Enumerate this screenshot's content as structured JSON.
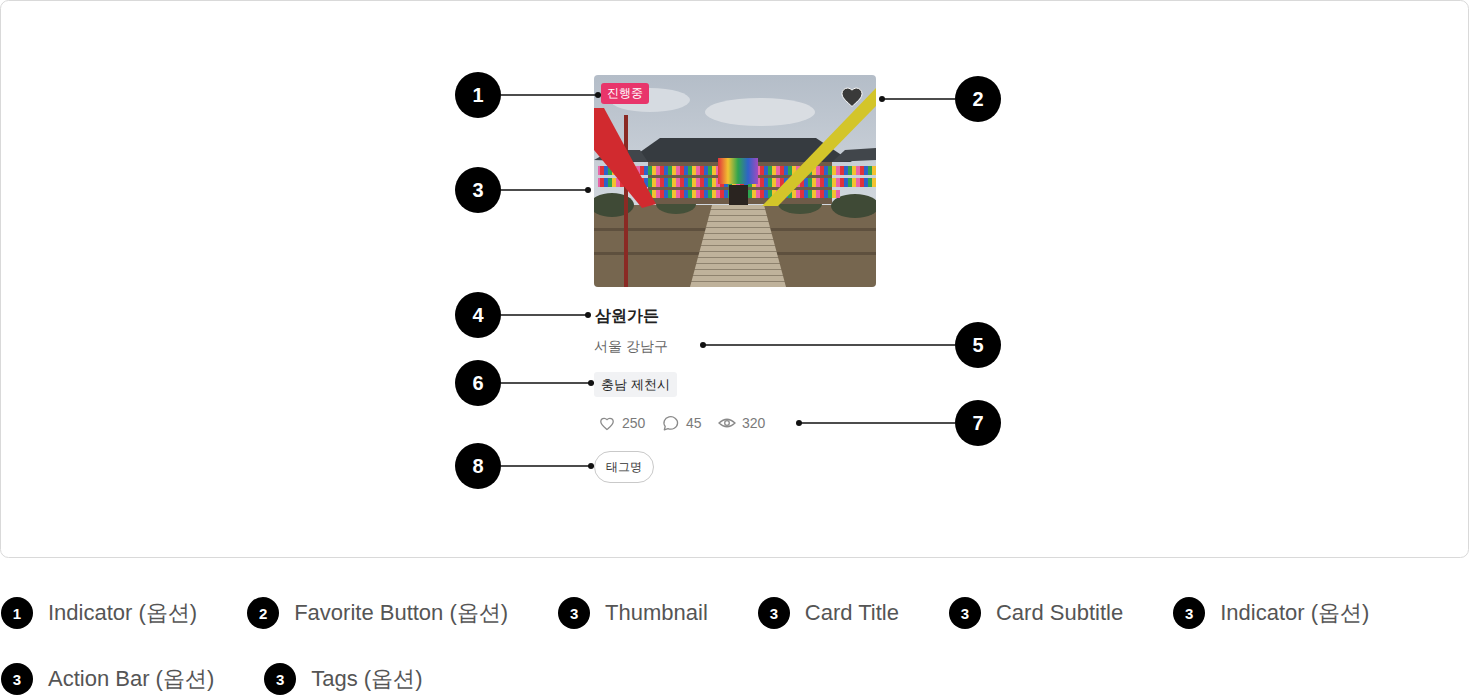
{
  "diagram": {
    "nodes": [
      {
        "text": [
          "1"
        ]
      },
      {
        "text": [
          "진행중"
        ]
      },
      {
        "text": [
          "2"
        ]
      },
      {
        "text": [
          "3"
        ]
      },
      {
        "text": [
          "4"
        ]
      },
      {
        "text": [
          "5"
        ]
      },
      {
        "text": [
          "6"
        ]
      },
      {
        "text": [
          "충남 제천시"
        ]
      },
      {
        "text": [
          "7"
        ]
      },
      {
        "text": [
          "8"
        ]
      },
      {
        "text": [
          "태그명"
        ]
      },
      {
        "text": [
          "1"
        ]
      },
      {
        "text": [
          "2"
        ]
      },
      {
        "text": [
          "3"
        ]
      },
      {
        "text": [
          "3"
        ]
      },
      {
        "text": [
          "3"
        ]
      },
      {
        "text": [
          "3"
        ]
      },
      {
        "text": [
          "3"
        ]
      },
      {
        "text": [
          "3"
        ]
      }
    ],
    "edges": [
      {
        "from": 0,
        "to": 1,
        "arrow": "none"
      },
      {
        "from": 6,
        "to": 7,
        "arrow": "none"
      },
      {
        "from": 9,
        "to": 10,
        "arrow": "none"
      }
    ],
    "labels": [
      "삼원가든",
      "서울 강남구",
      "250",
      "45",
      "320"
    ],
    "legend": [
      {
        "text": "Indicator (옵션)"
      },
      {
        "text": "Favorite Button (옵션)"
      },
      {
        "text": "Thumbnail"
      },
      {
        "text": "Card Title"
      },
      {
        "text": "Card Subtitle"
      },
      {
        "text": "Indicator (옵션)"
      },
      {
        "text": "Action Bar (옵션)"
      },
      {
        "text": "Tags (옵션)"
      }
    ]
  }
}
